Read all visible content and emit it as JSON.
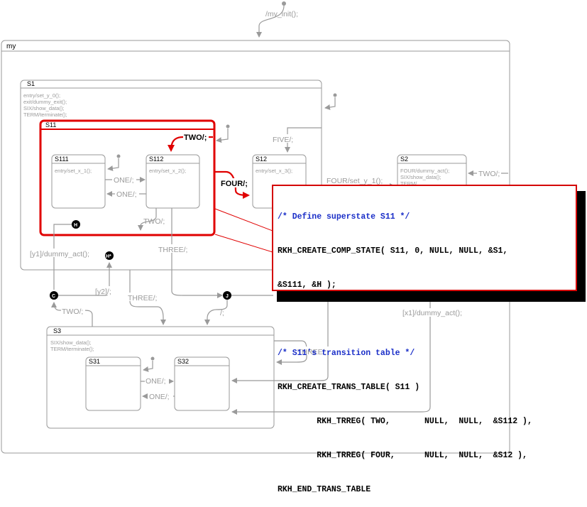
{
  "diagram": {
    "init_label": "/my_init();",
    "states": {
      "my": {
        "name": "my"
      },
      "s1": {
        "name": "S1",
        "actions": [
          "entry/set_y_0();",
          "exit/dummy_exit();",
          "SIX/show_data();",
          "TERM/terminate();"
        ]
      },
      "s11": {
        "name": "S11"
      },
      "s111": {
        "name": "S111",
        "actions": [
          "entry/set_x_1();"
        ]
      },
      "s112": {
        "name": "S112",
        "actions": [
          "entry/set_x_2();"
        ]
      },
      "s12": {
        "name": "S12",
        "actions": [
          "entry/set_x_3();"
        ]
      },
      "s2": {
        "name": "S2",
        "actions": [
          "FOUR/dummy_act();",
          "SIX/show_data();",
          "TERM/..."
        ]
      },
      "s3": {
        "name": "S3",
        "actions": [
          "SIX/show_data();",
          "TERM/terminate();"
        ]
      },
      "s31": {
        "name": "S31"
      },
      "s32": {
        "name": "S32"
      }
    },
    "pseudostates": {
      "h": "H",
      "hstar": "H*",
      "c": "C",
      "j": "J"
    },
    "transitions": {
      "two_red": "TWO/;",
      "four_red": "FOUR/;",
      "five": "FIVE/;",
      "one_a": "ONE/;",
      "one_b": "ONE/;",
      "two_s112": "TWO/;",
      "three_s112": "THREE/;",
      "four_set": "FOUR/set_y_1();",
      "two_s2": "TWO/;",
      "y1": "[y1]/dummy_act();",
      "y2": "[y2]/;",
      "three_s1": "THREE/;",
      "slash_j": "/;",
      "two_c": "TWO/;",
      "x1": "[x1]/dummy_act();",
      "three_s3": "THREE/;",
      "one_s3a": "ONE/;",
      "one_s3b": "ONE/;"
    }
  },
  "code": {
    "comment1": "/* Define superstate S11 */",
    "line1": "RKH_CREATE_COMP_STATE( S11, 0, NULL, NULL, &S1,",
    "line2": "&S111, &H );",
    "comment2": "/* S11's transition table */",
    "line3": "RKH_CREATE_TRANS_TABLE( S11 )",
    "line4": "        RKH_TRREG( TWO,       NULL,  NULL,  &S112 ),",
    "line5": "        RKH_TRREG( FOUR,      NULL,  NULL,  &S12 ),",
    "line6": "RKH_END_TRANS_TABLE"
  },
  "colors": {
    "highlight": "#e00000",
    "comment": "#1a2ec8",
    "state_stroke": "#9a9a9a"
  }
}
